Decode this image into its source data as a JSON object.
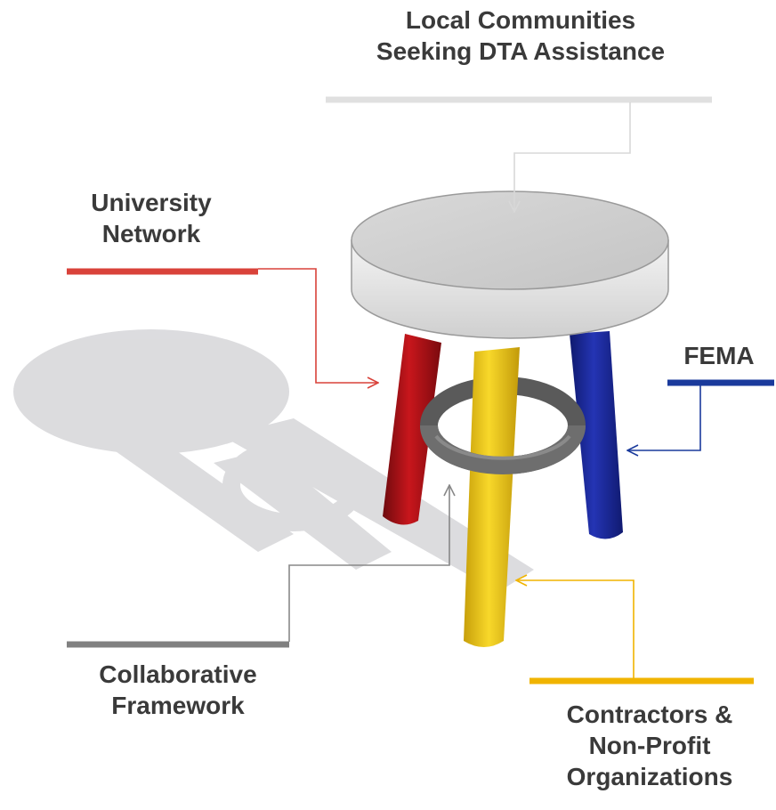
{
  "labels": {
    "local_communities": [
      "Local Communities",
      "Seeking DTA Assistance"
    ],
    "university_network": [
      "University",
      "Network"
    ],
    "fema": [
      "FEMA"
    ],
    "collaborative_framework": [
      "Collaborative",
      "Framework"
    ],
    "contractors": [
      "Contractors &",
      "Non-Profit",
      "Organizations"
    ]
  },
  "colors": {
    "university_network": "#d9423a",
    "fema": "#1a3a9c",
    "collaborative_framework": "#808080",
    "contractors": "#f0b400",
    "local_communities": "#d9d9d9",
    "red_leg": "#b0141a",
    "blue_leg": "#1c2ca0",
    "yellow_leg": "#f2cf1c",
    "ring": "#707070",
    "seat": "#e2e2e2",
    "shadow": "#d6d6d9"
  }
}
